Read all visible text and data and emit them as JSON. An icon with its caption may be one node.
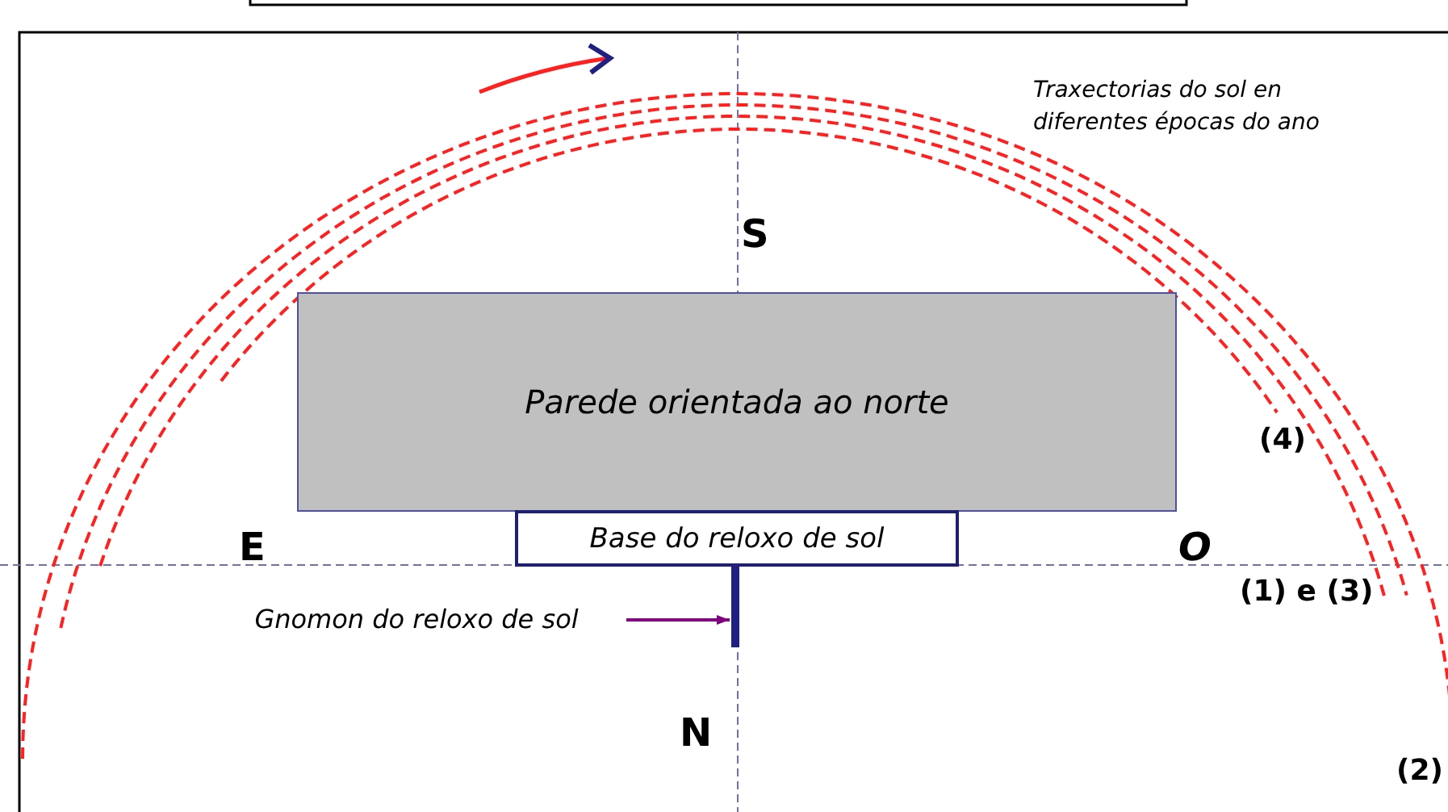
{
  "diagram": {
    "nodes": [
      {
        "text": [
          "Parede orientada ao norte"
        ]
      },
      {
        "text": [
          "Base do reloxo de sol"
        ]
      },
      {
        "text": [
          "Gnomon do reloxo de sol"
        ]
      },
      {
        "text": [],
        "shape": "bar"
      }
    ],
    "edges": [
      {
        "from": 2,
        "to": 3,
        "arrow": "to",
        "color": "#800080"
      }
    ],
    "labels": [
      "Traxectorias do sol en diferentes épocas do ano",
      "S",
      "(4)",
      "E",
      "O",
      "(1) e (3)",
      "N",
      "(2)"
    ]
  }
}
